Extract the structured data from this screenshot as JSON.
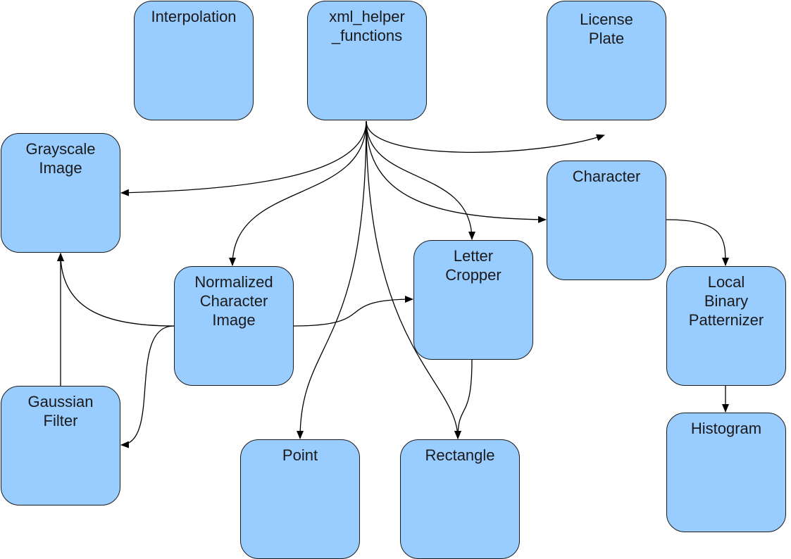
{
  "colors": {
    "node_fill": "#99ccff",
    "node_border": "#1a1a1a",
    "edge": "#000000",
    "background": "#ffffff"
  },
  "nodes": [
    {
      "id": "interpolation",
      "label": "Interpolation"
    },
    {
      "id": "xml-helper-functions",
      "label": "xml_helper\n_functions"
    },
    {
      "id": "license-plate",
      "label": "License\nPlate"
    },
    {
      "id": "grayscale-image",
      "label": "Grayscale\nImage"
    },
    {
      "id": "character",
      "label": "Character"
    },
    {
      "id": "letter-cropper",
      "label": "Letter\nCropper"
    },
    {
      "id": "normalized-character-image",
      "label": "Normalized\nCharacter\nImage"
    },
    {
      "id": "local-binary-patternizer",
      "label": "Local\nBinary\nPatternizer"
    },
    {
      "id": "gaussian-filter",
      "label": "Gaussian\nFilter"
    },
    {
      "id": "point",
      "label": "Point"
    },
    {
      "id": "rectangle",
      "label": "Rectangle"
    },
    {
      "id": "histogram",
      "label": "Histogram"
    }
  ],
  "edges": [
    {
      "from": "xml-helper-functions",
      "to": "license-plate"
    },
    {
      "from": "xml-helper-functions",
      "to": "grayscale-image"
    },
    {
      "from": "xml-helper-functions",
      "to": "normalized-character-image"
    },
    {
      "from": "xml-helper-functions",
      "to": "letter-cropper"
    },
    {
      "from": "xml-helper-functions",
      "to": "character"
    },
    {
      "from": "xml-helper-functions",
      "to": "point"
    },
    {
      "from": "xml-helper-functions",
      "to": "rectangle"
    },
    {
      "from": "normalized-character-image",
      "to": "grayscale-image"
    },
    {
      "from": "normalized-character-image",
      "to": "gaussian-filter"
    },
    {
      "from": "normalized-character-image",
      "to": "letter-cropper"
    },
    {
      "from": "gaussian-filter",
      "to": "grayscale-image"
    },
    {
      "from": "letter-cropper",
      "to": "rectangle"
    },
    {
      "from": "character",
      "to": "local-binary-patternizer"
    },
    {
      "from": "local-binary-patternizer",
      "to": "histogram"
    }
  ]
}
